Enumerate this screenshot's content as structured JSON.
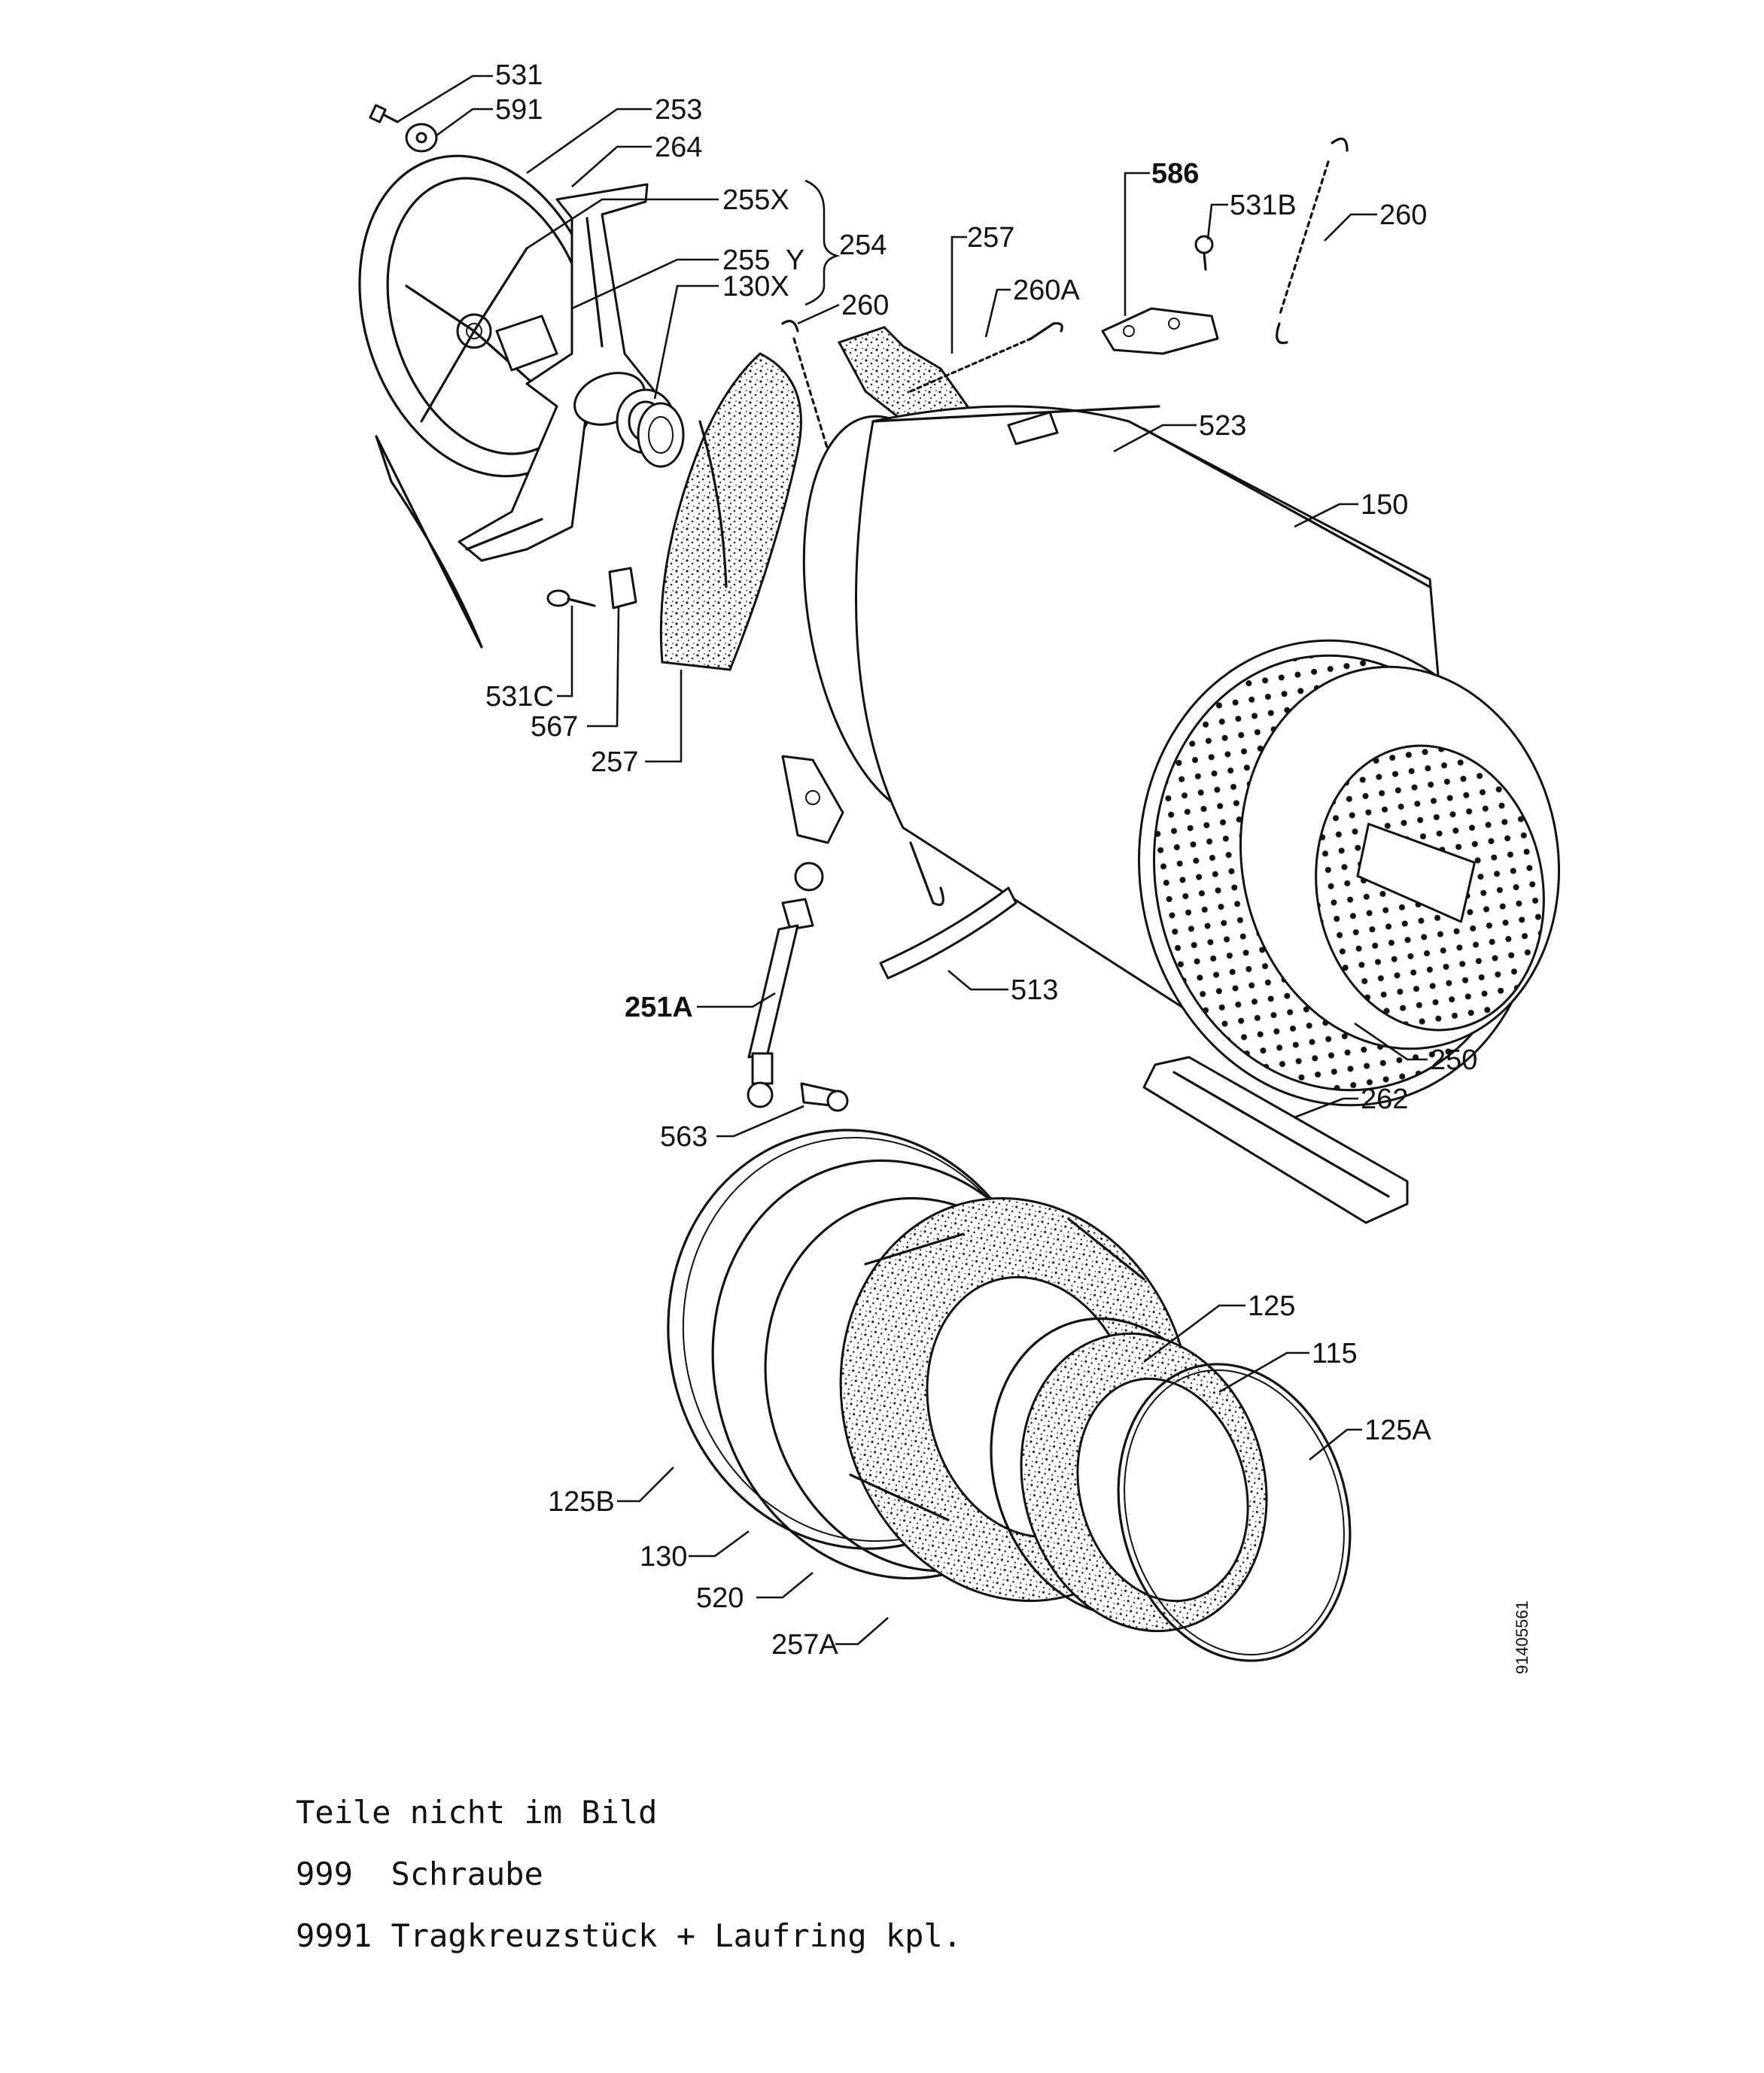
{
  "labels": {
    "531": "531",
    "591": "591",
    "253": "253",
    "264": "264",
    "255x": "255X",
    "255y": "255  Y",
    "254": "254",
    "130x": "130X",
    "260_top": "260",
    "257_top": "257",
    "260a": "260A",
    "586": "586",
    "531b": "531B",
    "260_right": "260",
    "523": "523",
    "150": "150",
    "531c": "531C",
    "567": "567",
    "257_bottom": "257",
    "251a": "251A",
    "513": "513",
    "250": "250",
    "262": "262",
    "563": "563",
    "125": "125",
    "115": "115",
    "125a": "125A",
    "125b": "125B",
    "130": "130",
    "520": "520",
    "257a": "257A"
  },
  "figure_code": "91405561",
  "notes": {
    "heading": "Teile nicht im Bild",
    "items": [
      {
        "number": "999",
        "text": "Schraube"
      },
      {
        "number": "9991",
        "text": "Tragkreuzstück + Laufring kpl."
      }
    ]
  }
}
